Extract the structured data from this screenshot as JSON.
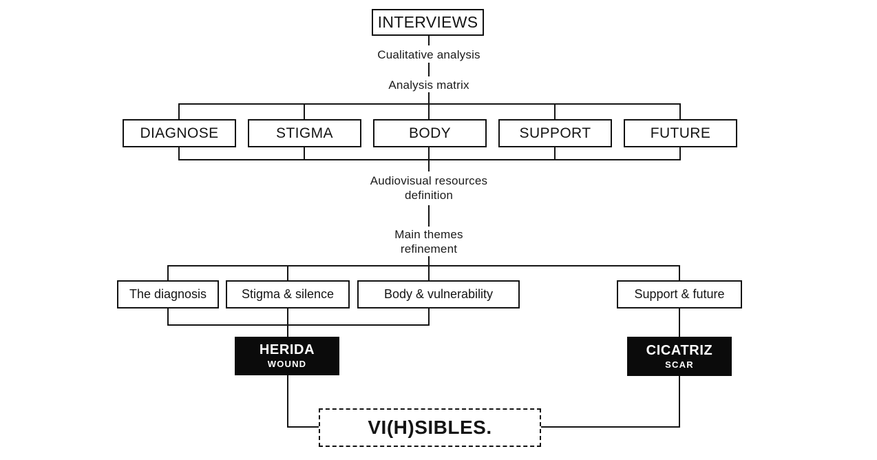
{
  "diagram": {
    "background": "#ffffff",
    "line_color": "#141414",
    "top_box": {
      "label": "INTERVIEWS"
    },
    "flow_labels": {
      "qualitative_analysis": "Cualitative analysis",
      "analysis_matrix": "Analysis matrix",
      "audiovisual_resources": "Audiovisual resources\ndefinition",
      "main_themes": "Main themes\nrefinement"
    },
    "categories": [
      {
        "label": "DIAGNOSE"
      },
      {
        "label": "STIGMA"
      },
      {
        "label": "BODY"
      },
      {
        "label": "SUPPORT"
      },
      {
        "label": "FUTURE"
      }
    ],
    "themes": [
      {
        "label": "The diagnosis"
      },
      {
        "label": "Stigma & silence"
      },
      {
        "label": "Body & vulnerability"
      },
      {
        "label": "Support & future"
      }
    ],
    "output_blocks": [
      {
        "title": "HERIDA",
        "subtitle": "WOUND",
        "fill": "#0b0b0b",
        "text_color": "#ffffff"
      },
      {
        "title": "CICATRIZ",
        "subtitle": "SCAR",
        "fill": "#0b0b0b",
        "text_color": "#ffffff"
      }
    ],
    "final_box": {
      "label": "VI(H)SIBLES."
    }
  }
}
